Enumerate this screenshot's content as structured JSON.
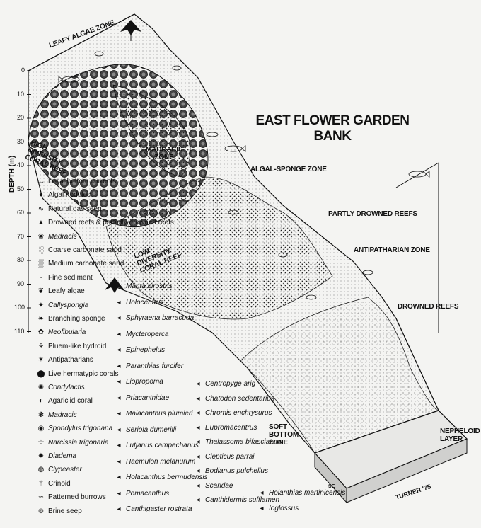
{
  "title": "EAST FLOWER GARDEN BANK",
  "axis": {
    "label": "DEPTH (m)",
    "ticks": [
      "0",
      "10",
      "20",
      "30",
      "40",
      "50",
      "60",
      "70",
      "80",
      "90",
      "100",
      "110"
    ]
  },
  "zones": {
    "leafy_algae": "LEAFY ALGAE ZONE",
    "high_diversity": "HIGH DIVERSITY CORAL REEF",
    "madracis": "MADRACIS ZONE",
    "algal_sponge": "ALGAL-SPONGE ZONE",
    "partly_drowned": "PARTLY DROWNED REEFS",
    "low_diversity": "LOW DIVERSITY CORAL REEF",
    "antipatharian": "ANTIPATHARIAN ZONE",
    "drowned": "DROWNED REEFS",
    "soft_bottom": "SOFT BOTTOM ZONE",
    "nepheloid": "NEPHELOID LAYER"
  },
  "credit": "TURNER '75",
  "orientation": "SE",
  "legend_left": [
    {
      "label": "Local bottom currents",
      "italic": false,
      "icon": "arrow-icon"
    },
    {
      "label": "Algal nodules",
      "italic": false,
      "icon": "nodule-icon"
    },
    {
      "label": "Natural gas seep",
      "italic": false,
      "icon": "seep-icon"
    },
    {
      "label": "Drowned reefs & partially drowned reefs",
      "italic": false,
      "icon": "reef-icon"
    },
    {
      "label": "Madracis",
      "italic": true,
      "icon": "madracis-icon"
    },
    {
      "label": "Coarse carbonate sand",
      "italic": false,
      "icon": "coarse-sand-icon"
    },
    {
      "label": "Medium carbonate sand",
      "italic": false,
      "icon": "medium-sand-icon"
    },
    {
      "label": "Fine sediment",
      "italic": false,
      "icon": "fine-sediment-icon"
    },
    {
      "label": "Leafy algae",
      "italic": false,
      "icon": "algae-icon"
    },
    {
      "label": "Callyspongia",
      "italic": true,
      "icon": "sponge-icon"
    },
    {
      "label": "Branching sponge",
      "italic": false,
      "icon": "branch-sponge-icon"
    },
    {
      "label": "Neofibularia",
      "italic": true,
      "icon": "neofibularia-icon"
    },
    {
      "label": "Pluem-like hydroid",
      "italic": false,
      "icon": "hydroid-icon"
    },
    {
      "label": "Antipatharians",
      "italic": false,
      "icon": "antipatharian-icon"
    },
    {
      "label": "Live hermatypic corals",
      "italic": false,
      "icon": "coral-icon"
    },
    {
      "label": "Condylactis",
      "italic": true,
      "icon": "anemone-icon"
    },
    {
      "label": "Agariciid coral",
      "italic": false,
      "icon": "agariciid-icon"
    },
    {
      "label": "Madracis",
      "italic": true,
      "icon": "madracis2-icon"
    },
    {
      "label": "Spondylus trigonana",
      "italic": true,
      "icon": "spondylus-icon"
    },
    {
      "label": "Narcissia trigonaria",
      "italic": true,
      "icon": "starfish-icon"
    },
    {
      "label": "Diadema",
      "italic": true,
      "icon": "urchin-icon"
    },
    {
      "label": "Clypeaster",
      "italic": true,
      "icon": "clypeaster-icon"
    },
    {
      "label": "Crinoid",
      "italic": false,
      "icon": "crinoid-icon"
    },
    {
      "label": "Patterned burrows",
      "italic": false,
      "icon": "burrow-icon"
    },
    {
      "label": "Brine seep",
      "italic": false,
      "icon": "brine-icon"
    }
  ],
  "legend_middle": [
    "Manta birostris",
    "Holocentrus",
    "Sphyraena barracuda",
    "Mycteroperca",
    "Epinephelus",
    "Paranthias furcifer",
    "Liopropoma",
    "Priacanthidae",
    "Malacanthus plumieri",
    "Seriola dumerilli",
    "Lutjanus campechanus",
    "Haemulon melanurum",
    "Holacanthus bermudensis",
    "Pomacanthus",
    "Canthigaster rostrata"
  ],
  "legend_right": [
    "Centropyge arig",
    "Chatodon sedentarius",
    "Chromis enchrysurus",
    "Eupromacentrus",
    "Thalassoma bifasciatum",
    "Clepticus parrai",
    "Bodianus pulchellus",
    "Scaridae",
    "Canthidermis sufflamen"
  ],
  "legend_far": [
    "Holanthias martinicensis",
    "Ioglossus"
  ]
}
